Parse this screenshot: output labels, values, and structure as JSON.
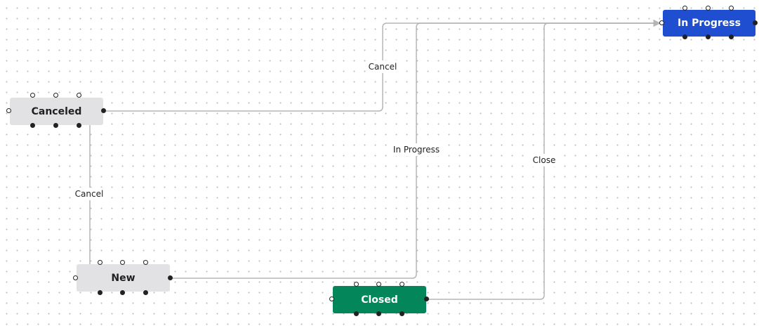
{
  "nodes": {
    "canceled": {
      "label": "Canceled"
    },
    "new": {
      "label": "New"
    },
    "closed": {
      "label": "Closed"
    },
    "in_progress": {
      "label": "In Progress"
    }
  },
  "edges": {
    "canceled_to_in_progress": {
      "label": "Cancel"
    },
    "canceled_to_new": {
      "label": "Cancel"
    },
    "new_to_in_progress": {
      "label": "In Progress"
    },
    "closed_to_in_progress": {
      "label": "Close"
    }
  },
  "colors": {
    "node_gray": "#e2e2e5",
    "node_green": "#03875a",
    "node_blue": "#1f4ed1",
    "edge": "#b5b5b5"
  }
}
